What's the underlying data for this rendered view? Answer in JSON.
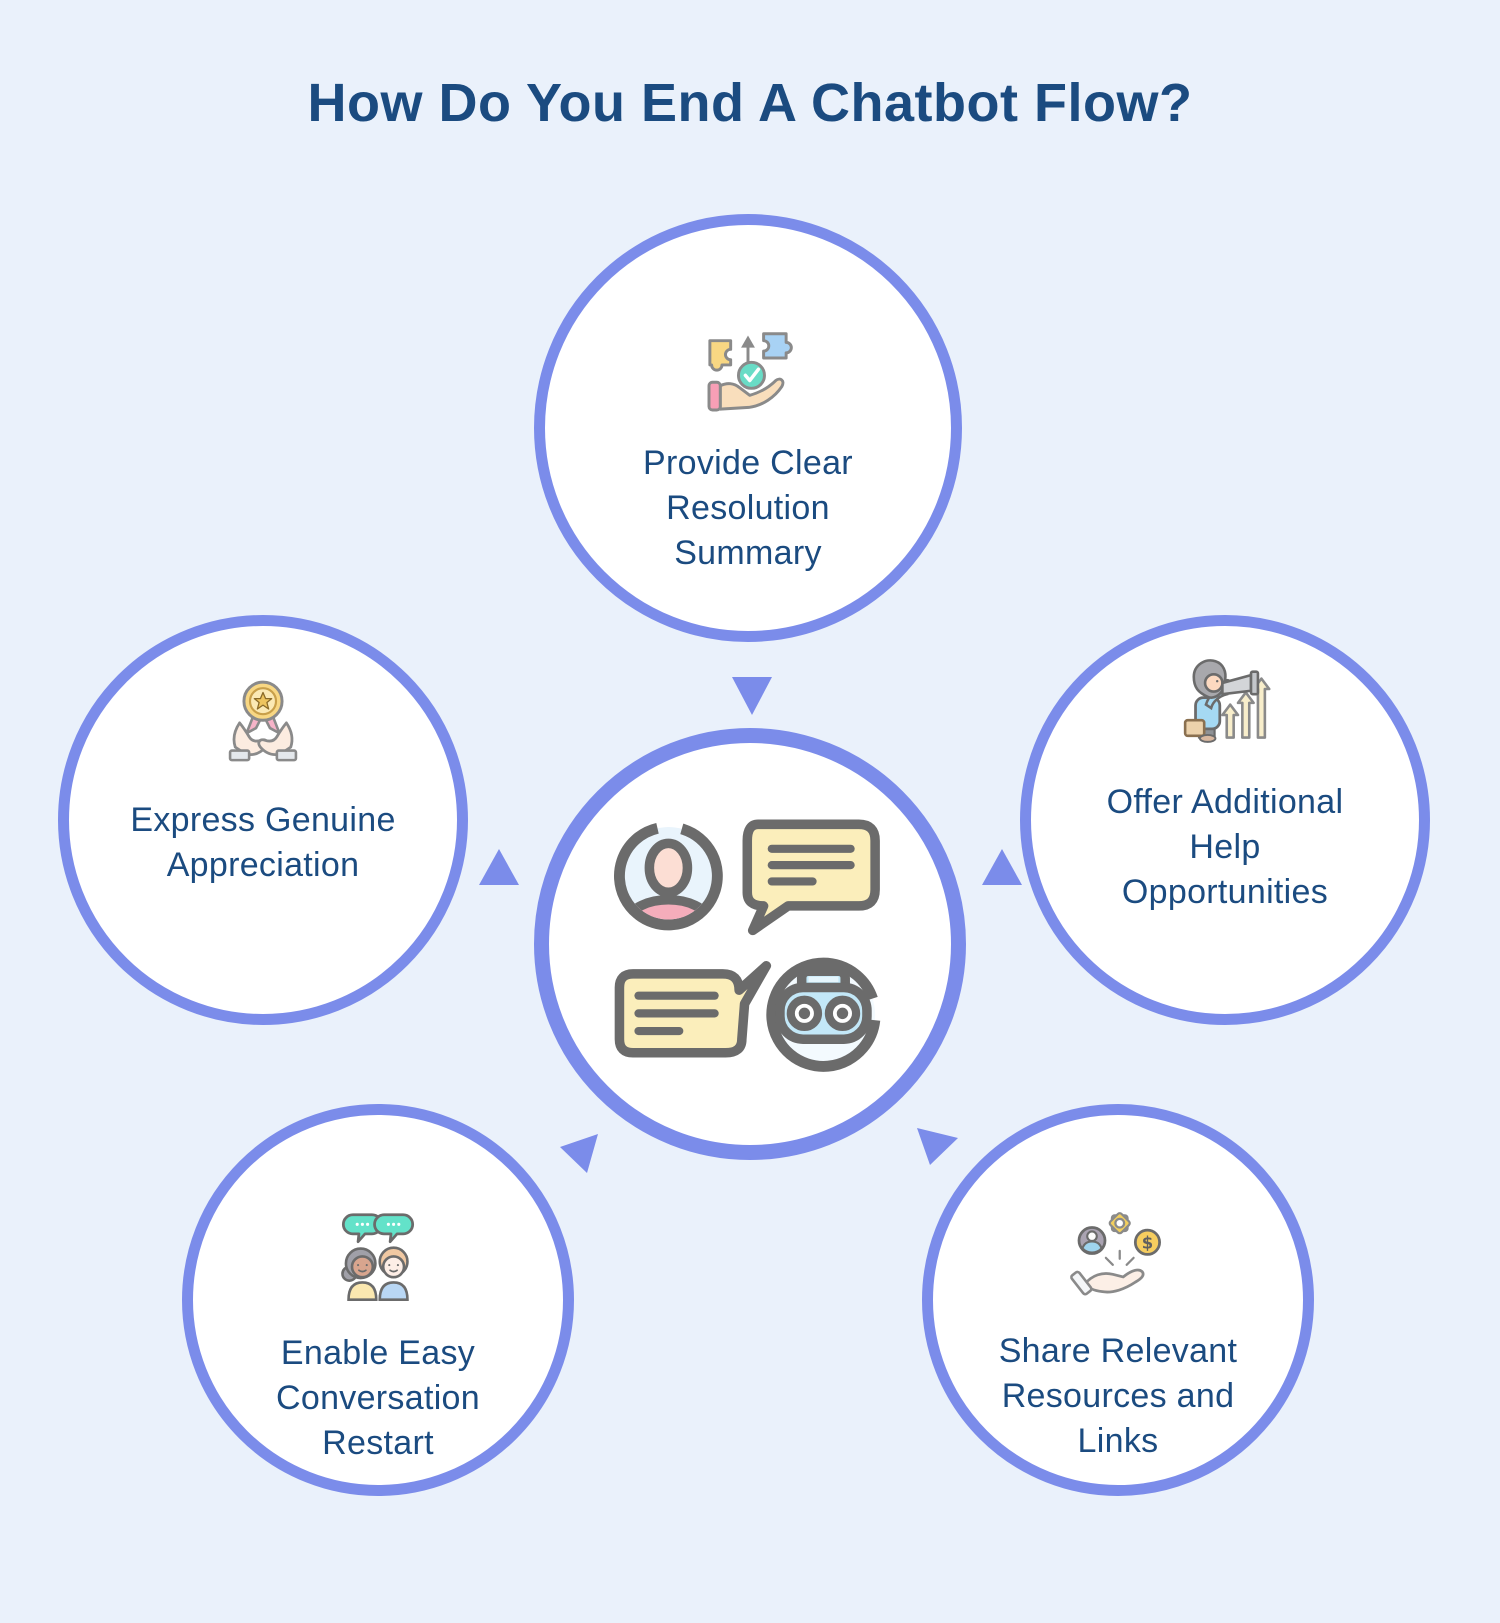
{
  "title": "How Do You End A Chatbot Flow?",
  "center": {
    "icon": "user-bot-chat-icon",
    "description_visible": false
  },
  "nodes": {
    "top": {
      "label": "Provide Clear Resolution Summary",
      "lines": [
        "Provide Clear",
        "Resolution",
        "Summary"
      ],
      "icon": "puzzle-check-hand-icon"
    },
    "left": {
      "label": "Express Genuine Appreciation",
      "lines": [
        "Express Genuine",
        "Appreciation"
      ],
      "icon": "medal-hands-icon"
    },
    "right": {
      "label": "Offer Additional Help Opportunities",
      "lines": [
        "Offer Additional",
        "Help",
        "Opportunities"
      ],
      "icon": "person-telescope-growth-icon"
    },
    "bottom_left": {
      "label": "Enable Easy Conversation Restart",
      "lines": [
        "Enable Easy",
        "Conversation",
        "Restart"
      ],
      "icon": "people-speech-bubbles-icon"
    },
    "bottom_right": {
      "label": "Share Relevant Resources and Links",
      "lines": [
        "Share Relevant",
        "Resources and",
        "Links"
      ],
      "icon": "hand-sharing-resources-icon"
    }
  },
  "theme": {
    "bg": "#eaf1fb",
    "accent": "#7b8cea",
    "circle-fill": "#ffffff",
    "text": "#1b4b80"
  }
}
